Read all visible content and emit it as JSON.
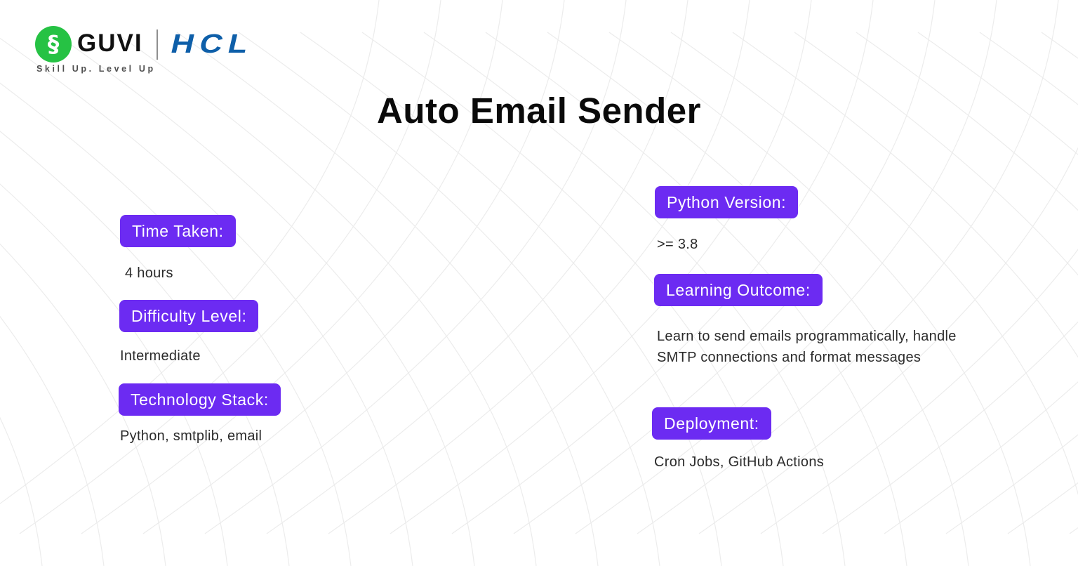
{
  "brand": {
    "guvi_text": "GUVI",
    "hcl_text": "HCL",
    "tagline": "Skill Up. Level Up",
    "logo_glyph": "§",
    "guvi_green": "#26C244",
    "hcl_blue": "#0E5FA9"
  },
  "page": {
    "title": "Auto Email Sender"
  },
  "accent_purple": "#6C2BF2",
  "background_pattern_stroke": "#ECECEC",
  "fields": {
    "time_taken": {
      "label": "Time Taken:",
      "value": "4 hours"
    },
    "difficulty": {
      "label": "Difficulty Level:",
      "value": "Intermediate"
    },
    "tech_stack": {
      "label": "Technology Stack:",
      "value": "Python, smtplib, email"
    },
    "python_version": {
      "label": "Python Version:",
      "value": ">= 3.8"
    },
    "learning_outcome": {
      "label": "Learning Outcome:",
      "value": "Learn to send emails programmatically, handle SMTP connections and format messages"
    },
    "deployment": {
      "label": "Deployment:",
      "value": "Cron Jobs, GitHub Actions"
    }
  }
}
